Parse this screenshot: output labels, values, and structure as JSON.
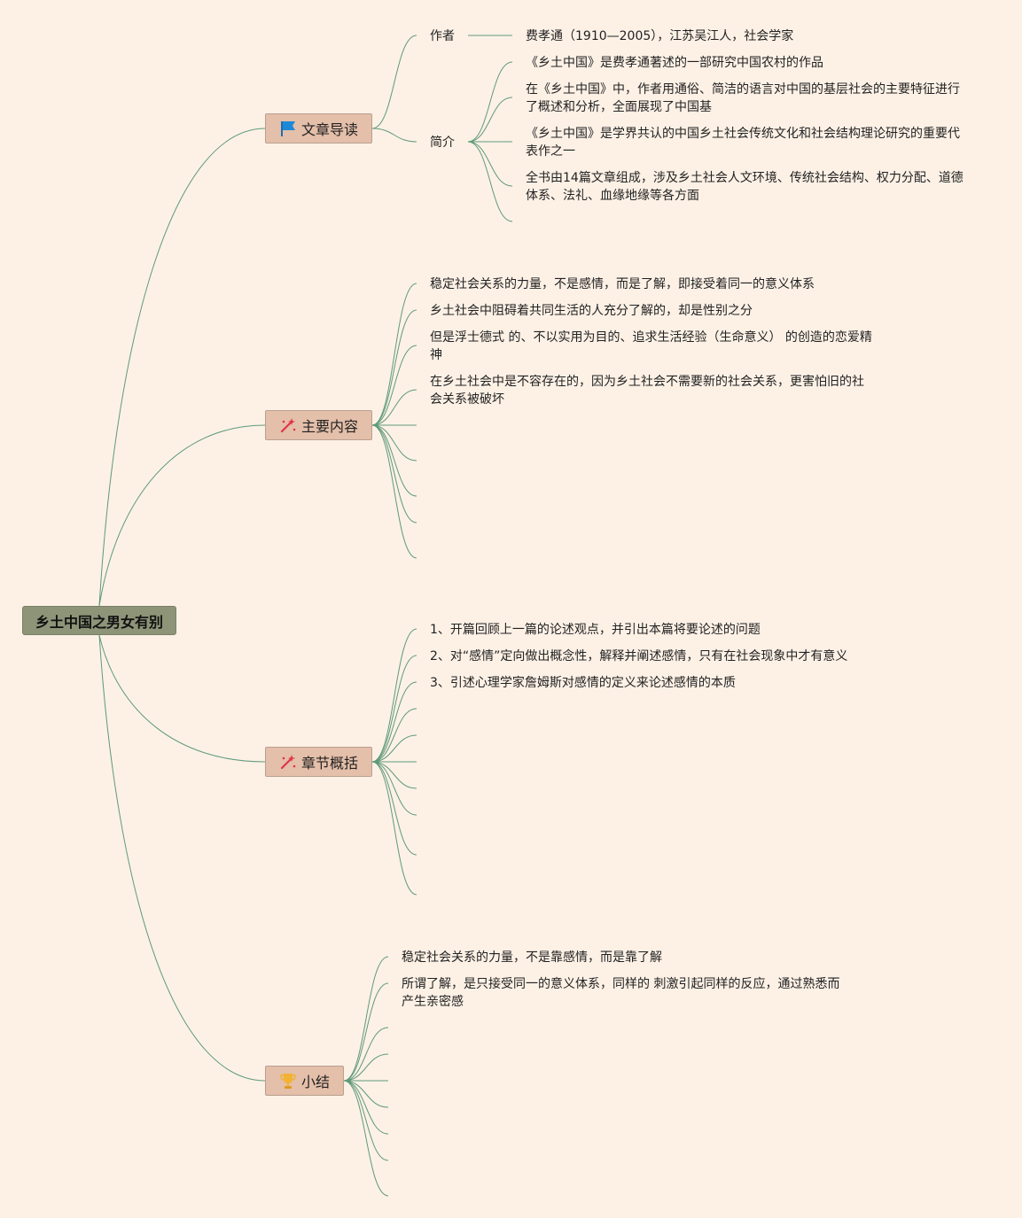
{
  "root": {
    "title": "乡土中国之男女有别"
  },
  "branches": {
    "intro": {
      "label": "文章导读",
      "icon": "flag-icon",
      "author": {
        "label": "作者",
        "text": "费孝通（1910—2005），江苏吴江人，社会学家"
      },
      "summary": {
        "label": "简介",
        "items": [
          "《乡土中国》是费孝通著述的一部研究中国农村的作品",
          "在《乡土中国》中，作者用通俗、简洁的语言对中国的基层社会的主要特征进行了概述和分析，全面展现了中国基",
          "《乡土中国》是学界共认的中国乡土社会传统文化和社会结构理论研究的重要代表作之一",
          "全书由14篇文章组成，涉及乡土社会人文环境、传统社会结构、权力分配、道德体系、法礼、血缘地缘等各方面"
        ]
      }
    },
    "content": {
      "label": "主要内容",
      "icon": "magic-wand-icon",
      "items": [
        "稳定社会关系的力量，不是感情，而是了解，即接受着同一的意义体系",
        "乡土社会中阻碍着共同生活的人充分了解的，却是性别之分",
        "但是浮士德式 的、不以实用为目的、追求生活经验（生命意义） 的创造的恋爱精神",
        "在乡土社会中是不容存在的，因为乡土社会不需要新的社会关系，更害怕旧的社会关系被破坏"
      ]
    },
    "chapters": {
      "label": "章节概括",
      "icon": "magic-wand-icon",
      "items": [
        "1、开篇回顾上一篇的论述观点，并引出本篇将要论述的问题",
        "2、对“感情”定向做出概念性，解释并阐述感情，只有在社会现象中才有意义",
        "3、引述心理学家詹姆斯对感情的定义来论述感情的本质"
      ]
    },
    "conclusion": {
      "label": "小结",
      "icon": "trophy-icon",
      "items": [
        "稳定社会关系的力量，不是靠感情，而是靠了解",
        "所谓了解，是只接受同一的意义体系，同样的 刺激引起同样的反应，通过熟悉而产生亲密感"
      ]
    }
  },
  "colors": {
    "background": "#fdf1e6",
    "root_fill": "#8e9478",
    "branch_fill": "#e4bfa9",
    "link": "#5f9a7a",
    "flag_blue": "#1e88d8",
    "wand_red": "#e0344a",
    "trophy_gold": "#f2b233"
  }
}
